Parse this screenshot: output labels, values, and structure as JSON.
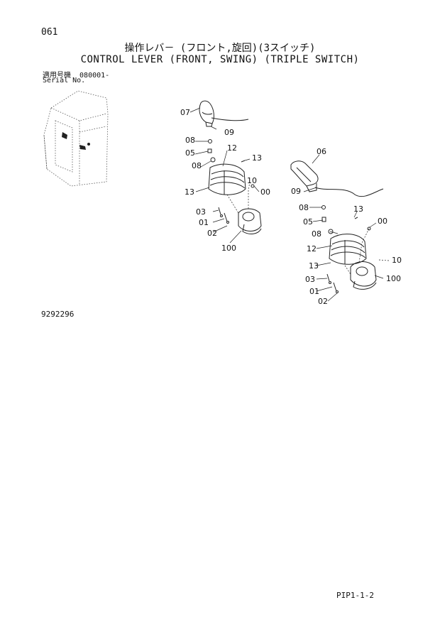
{
  "header": {
    "page_id": "061",
    "title_jp": "操作レバ－ (フロント,旋回)(3スイッチ)",
    "title_en": "CONTROL LEVER (FRONT, SWING) (TRIPLE SWITCH)",
    "serial_label_jp": "適用号機",
    "serial_range": "080001-",
    "serial_label_en": "Serial No."
  },
  "figure": {
    "number": "9292296"
  },
  "footer": {
    "page_ref": "PIP1-1-2"
  },
  "callouts": {
    "left": [
      "07",
      "09",
      "08",
      "05",
      "08",
      "12",
      "13",
      "13",
      "10",
      "00",
      "03",
      "01",
      "02",
      "100"
    ],
    "right": [
      "06",
      "09",
      "08",
      "13",
      "05",
      "00",
      "08",
      "12",
      "10",
      "13",
      "100",
      "03",
      "01",
      "02"
    ]
  }
}
